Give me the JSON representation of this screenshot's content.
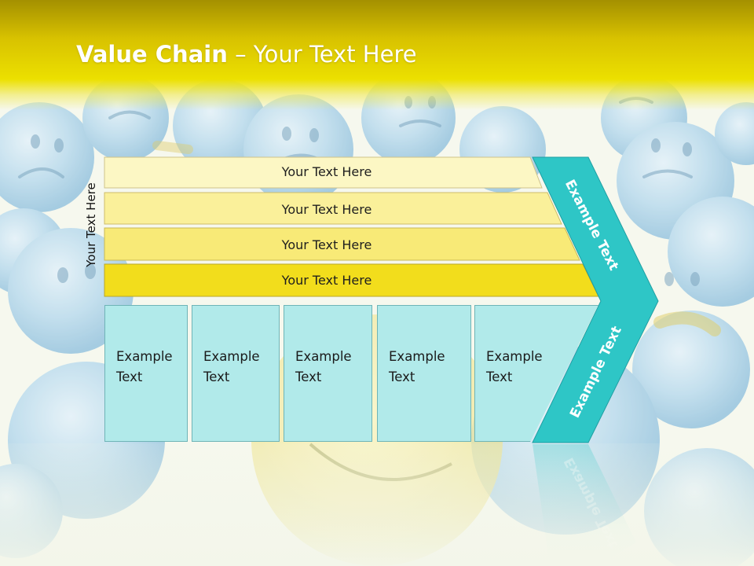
{
  "slide": {
    "title_bold": "Value Chain",
    "title_rest": " – Your Text Here",
    "vertical_label": "Your Text Here"
  },
  "bars": [
    {
      "label": "Your Text Here",
      "color": "#fcf7c4"
    },
    {
      "label": "Your Text Here",
      "color": "#faf09a"
    },
    {
      "label": "Your Text Here",
      "color": "#f8ea77"
    },
    {
      "label": "Your Text Here",
      "color": "#f2dd1c"
    }
  ],
  "chevron": {
    "upper_label": "Example Text",
    "lower_label": "Example Text",
    "color": "#2ec6c6"
  },
  "boxes": [
    {
      "line1": "Example",
      "line2": "Text"
    },
    {
      "line1": "Example",
      "line2": "Text"
    },
    {
      "line1": "Example",
      "line2": "Text"
    },
    {
      "line1": "Example",
      "line2": "Text"
    },
    {
      "line1": "Example",
      "line2": "Text"
    }
  ],
  "colors": {
    "title_band": "#d8c200",
    "box_fill": "#b1eaea",
    "box_border": "#6fb4b7"
  }
}
